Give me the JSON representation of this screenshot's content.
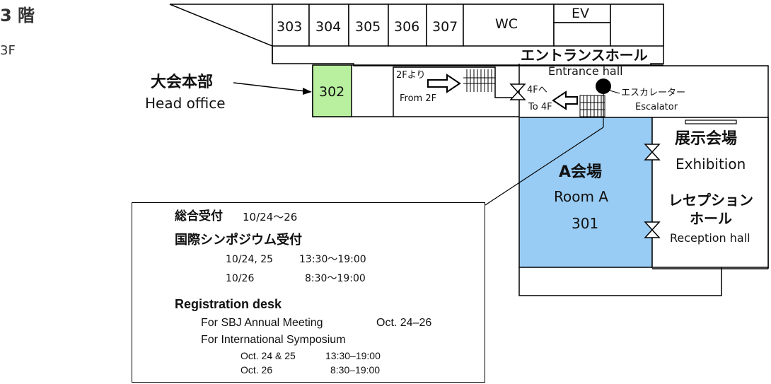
{
  "floor": {
    "label_jp": "3 階",
    "label_en": "3F"
  },
  "rooms": {
    "r303": "303",
    "r304": "304",
    "r305": "305",
    "r306": "306",
    "r307": "307",
    "wc": "WC",
    "ev": "EV",
    "r302": "302"
  },
  "head_office": {
    "jp": "大会本部",
    "en": "Head office"
  },
  "entrance_hall": {
    "jp": "エントランスホール",
    "en": "Entrance hall"
  },
  "from2f": {
    "jp": "2Fより",
    "en": "From 2F"
  },
  "to4f": {
    "jp": "4Fへ",
    "en": "To 4F"
  },
  "escalator": {
    "jp": "エスカレーター",
    "en": "Escalator"
  },
  "room_a": {
    "jp": "A会場",
    "en": "Room A",
    "num": "301"
  },
  "exhibition": {
    "jp": "展示会場",
    "en": "Exhibition"
  },
  "reception": {
    "jp_line1": "レセプション",
    "jp_line2": "ホール",
    "en": "Reception hall"
  },
  "registration": {
    "general_jp": "総合受付",
    "general_dates": "10/24～26",
    "symposium_jp": "国際シンポジウム受付",
    "symp_row1_date": "10/24, 25",
    "symp_row1_time": "13:30～19:00",
    "symp_row2_date": "10/26",
    "symp_row2_time": "8:30～19:00",
    "title_en": "Registration desk",
    "sbj_label": "For SBJ Annual Meeting",
    "sbj_dates": "Oct. 24–26",
    "intl_label": "For International Symposium",
    "intl_row1_date": "Oct. 24 & 25",
    "intl_row1_time": "13:30–19:00",
    "intl_row2_date": "Oct. 26",
    "intl_row2_time": "8:30–19:00"
  },
  "colors": {
    "room302": "#b8f0a0",
    "roomA": "#99ccf4",
    "line": "#000000"
  }
}
